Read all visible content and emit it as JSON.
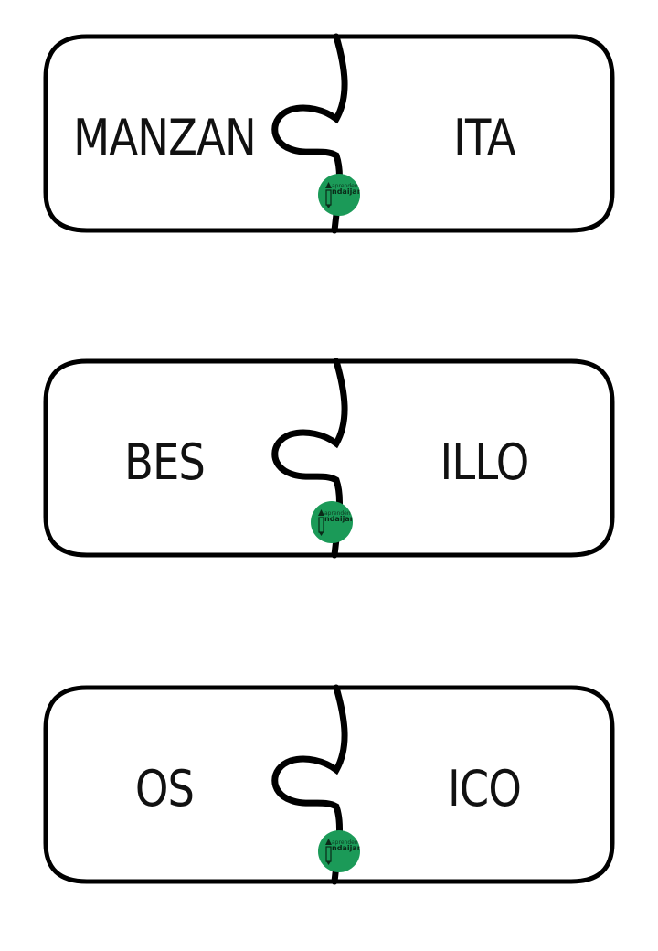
{
  "puzzles": [
    {
      "left": "MANZAN",
      "right": "ITA"
    },
    {
      "left": "BES",
      "right": "ILLO"
    },
    {
      "left": "OS",
      "right": "ICO"
    }
  ],
  "badge": {
    "line1": "aprendemos",
    "line2": "ndaijar",
    "color": "#1b9a58",
    "icon": "pencil-logo-icon"
  }
}
